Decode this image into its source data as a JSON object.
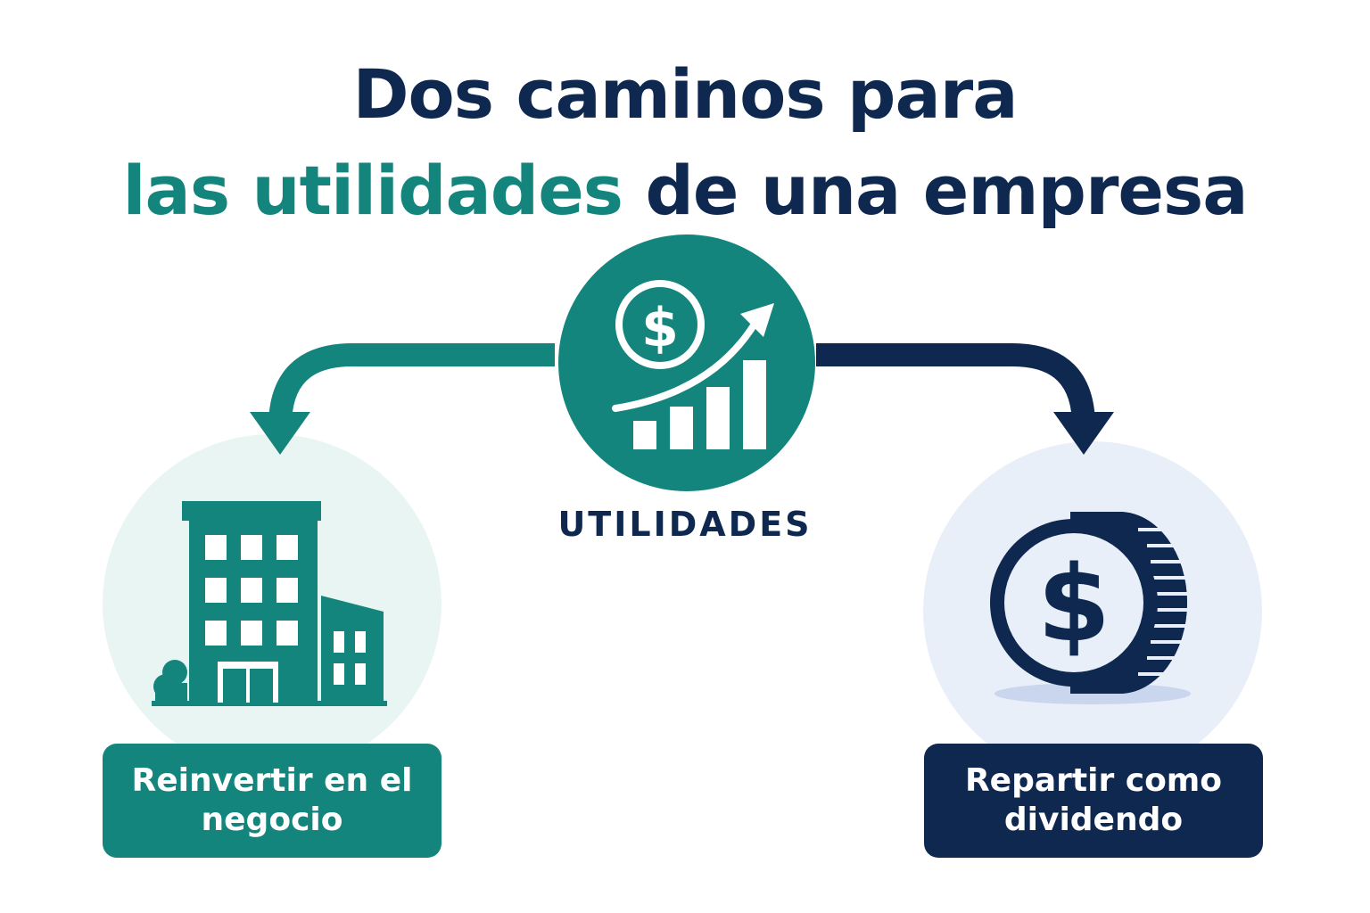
{
  "title": {
    "line1": "Dos caminos para",
    "line2_accent": "las utilidades",
    "line2_rest": " de una empresa"
  },
  "center": {
    "label": "UTILIDADES",
    "icon": "profit-growth-icon"
  },
  "left_option": {
    "label": "Reinvertir en el negocio",
    "icon": "building-icon",
    "color": "#14857c"
  },
  "right_option": {
    "label": "Repartir como dividendo",
    "icon": "coin-icon",
    "color": "#0f2850"
  },
  "colors": {
    "teal": "#14857c",
    "navy": "#0f2850",
    "left_bg": "#e9f5f3",
    "right_bg": "#e9eff8"
  }
}
